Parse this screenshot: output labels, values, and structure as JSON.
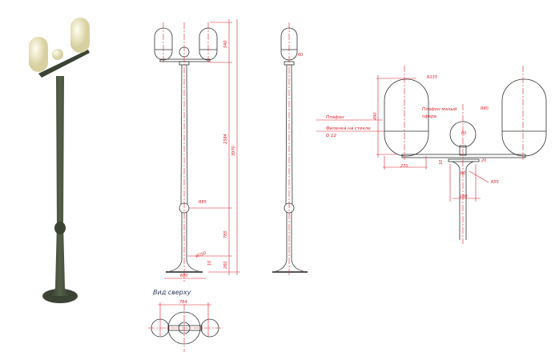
{
  "colors": {
    "lines": "#333333",
    "dimensions": "#e0202a",
    "pole": "#3b4334",
    "globe": "#f3efc9"
  },
  "front_view": {
    "dim_top": "540",
    "dim_mid": "2384",
    "dim_total": "3970",
    "dim_lower": "785",
    "dim_base_h": "260",
    "dim_base_w": "680",
    "dim_10": "10",
    "radius_sphere": "R85",
    "diameter": "Ø250"
  },
  "side_view": {
    "dim_top": "60"
  },
  "top_view": {
    "caption": "Вид сверху",
    "dim_width": "784"
  },
  "detail": {
    "radius_globe": "R135",
    "height_globe": "490",
    "label_plafon": "Плафон",
    "label_filenka": "Филенка на стекле",
    "label_d12": "D 12",
    "label_small_1": "Плафон малый",
    "label_small_2": "сфера",
    "radius_small": "R80",
    "dim_60_top": "60",
    "dim_270": "270",
    "dim_10": "10",
    "dim_20": "20",
    "dim_60_bottom": "60",
    "radius_55": "R55",
    "dim_180": "180"
  }
}
